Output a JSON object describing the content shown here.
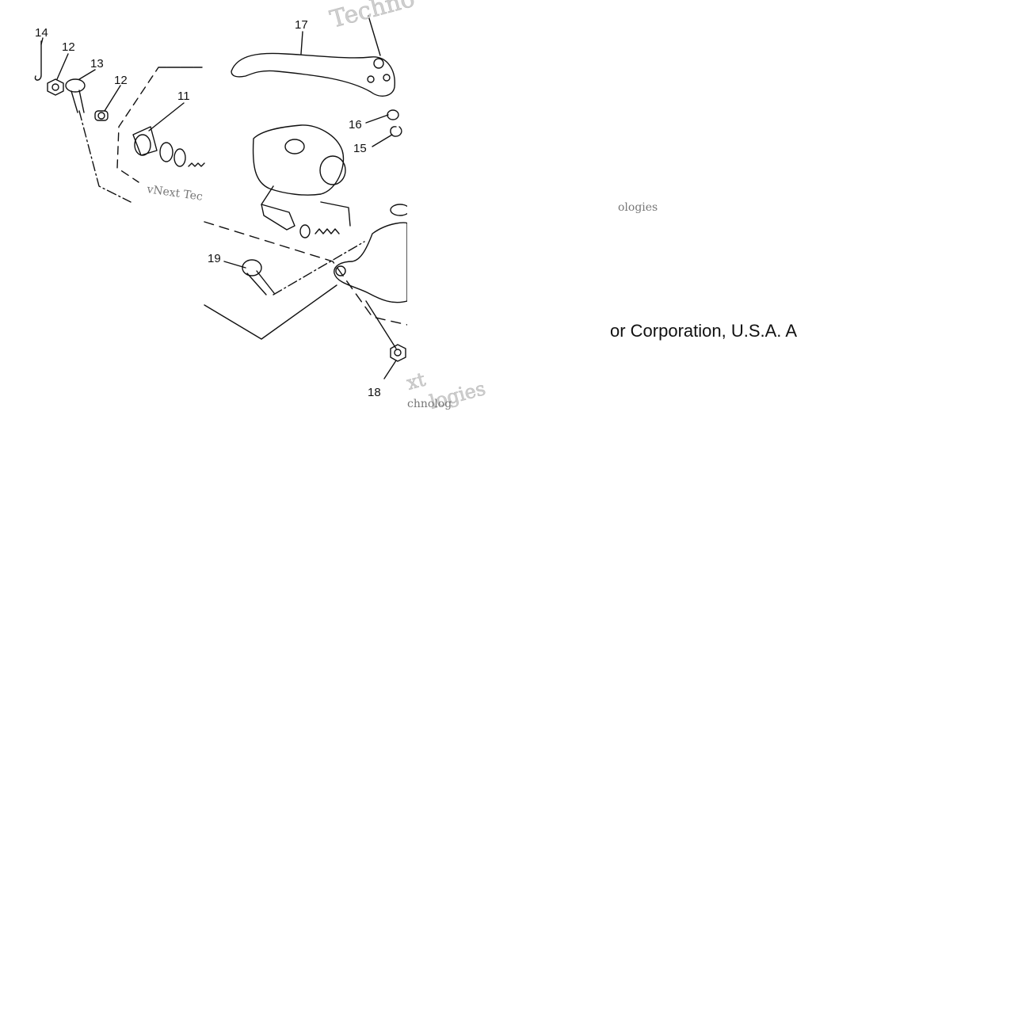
{
  "callouts": {
    "c14": "14",
    "c12a": "12",
    "c13": "13",
    "c12b": "12",
    "c11": "11",
    "c17": "17",
    "c16": "16",
    "c15": "15",
    "c19": "19",
    "c18": "18"
  },
  "watermarks": {
    "w1": "Techno",
    "w2": "vNext Tec",
    "w3": "ologies",
    "w4": "xt",
    "w5": "logies",
    "w6": "chnolog"
  },
  "footer": {
    "copyright": "or Corporation, U.S.A. A"
  }
}
